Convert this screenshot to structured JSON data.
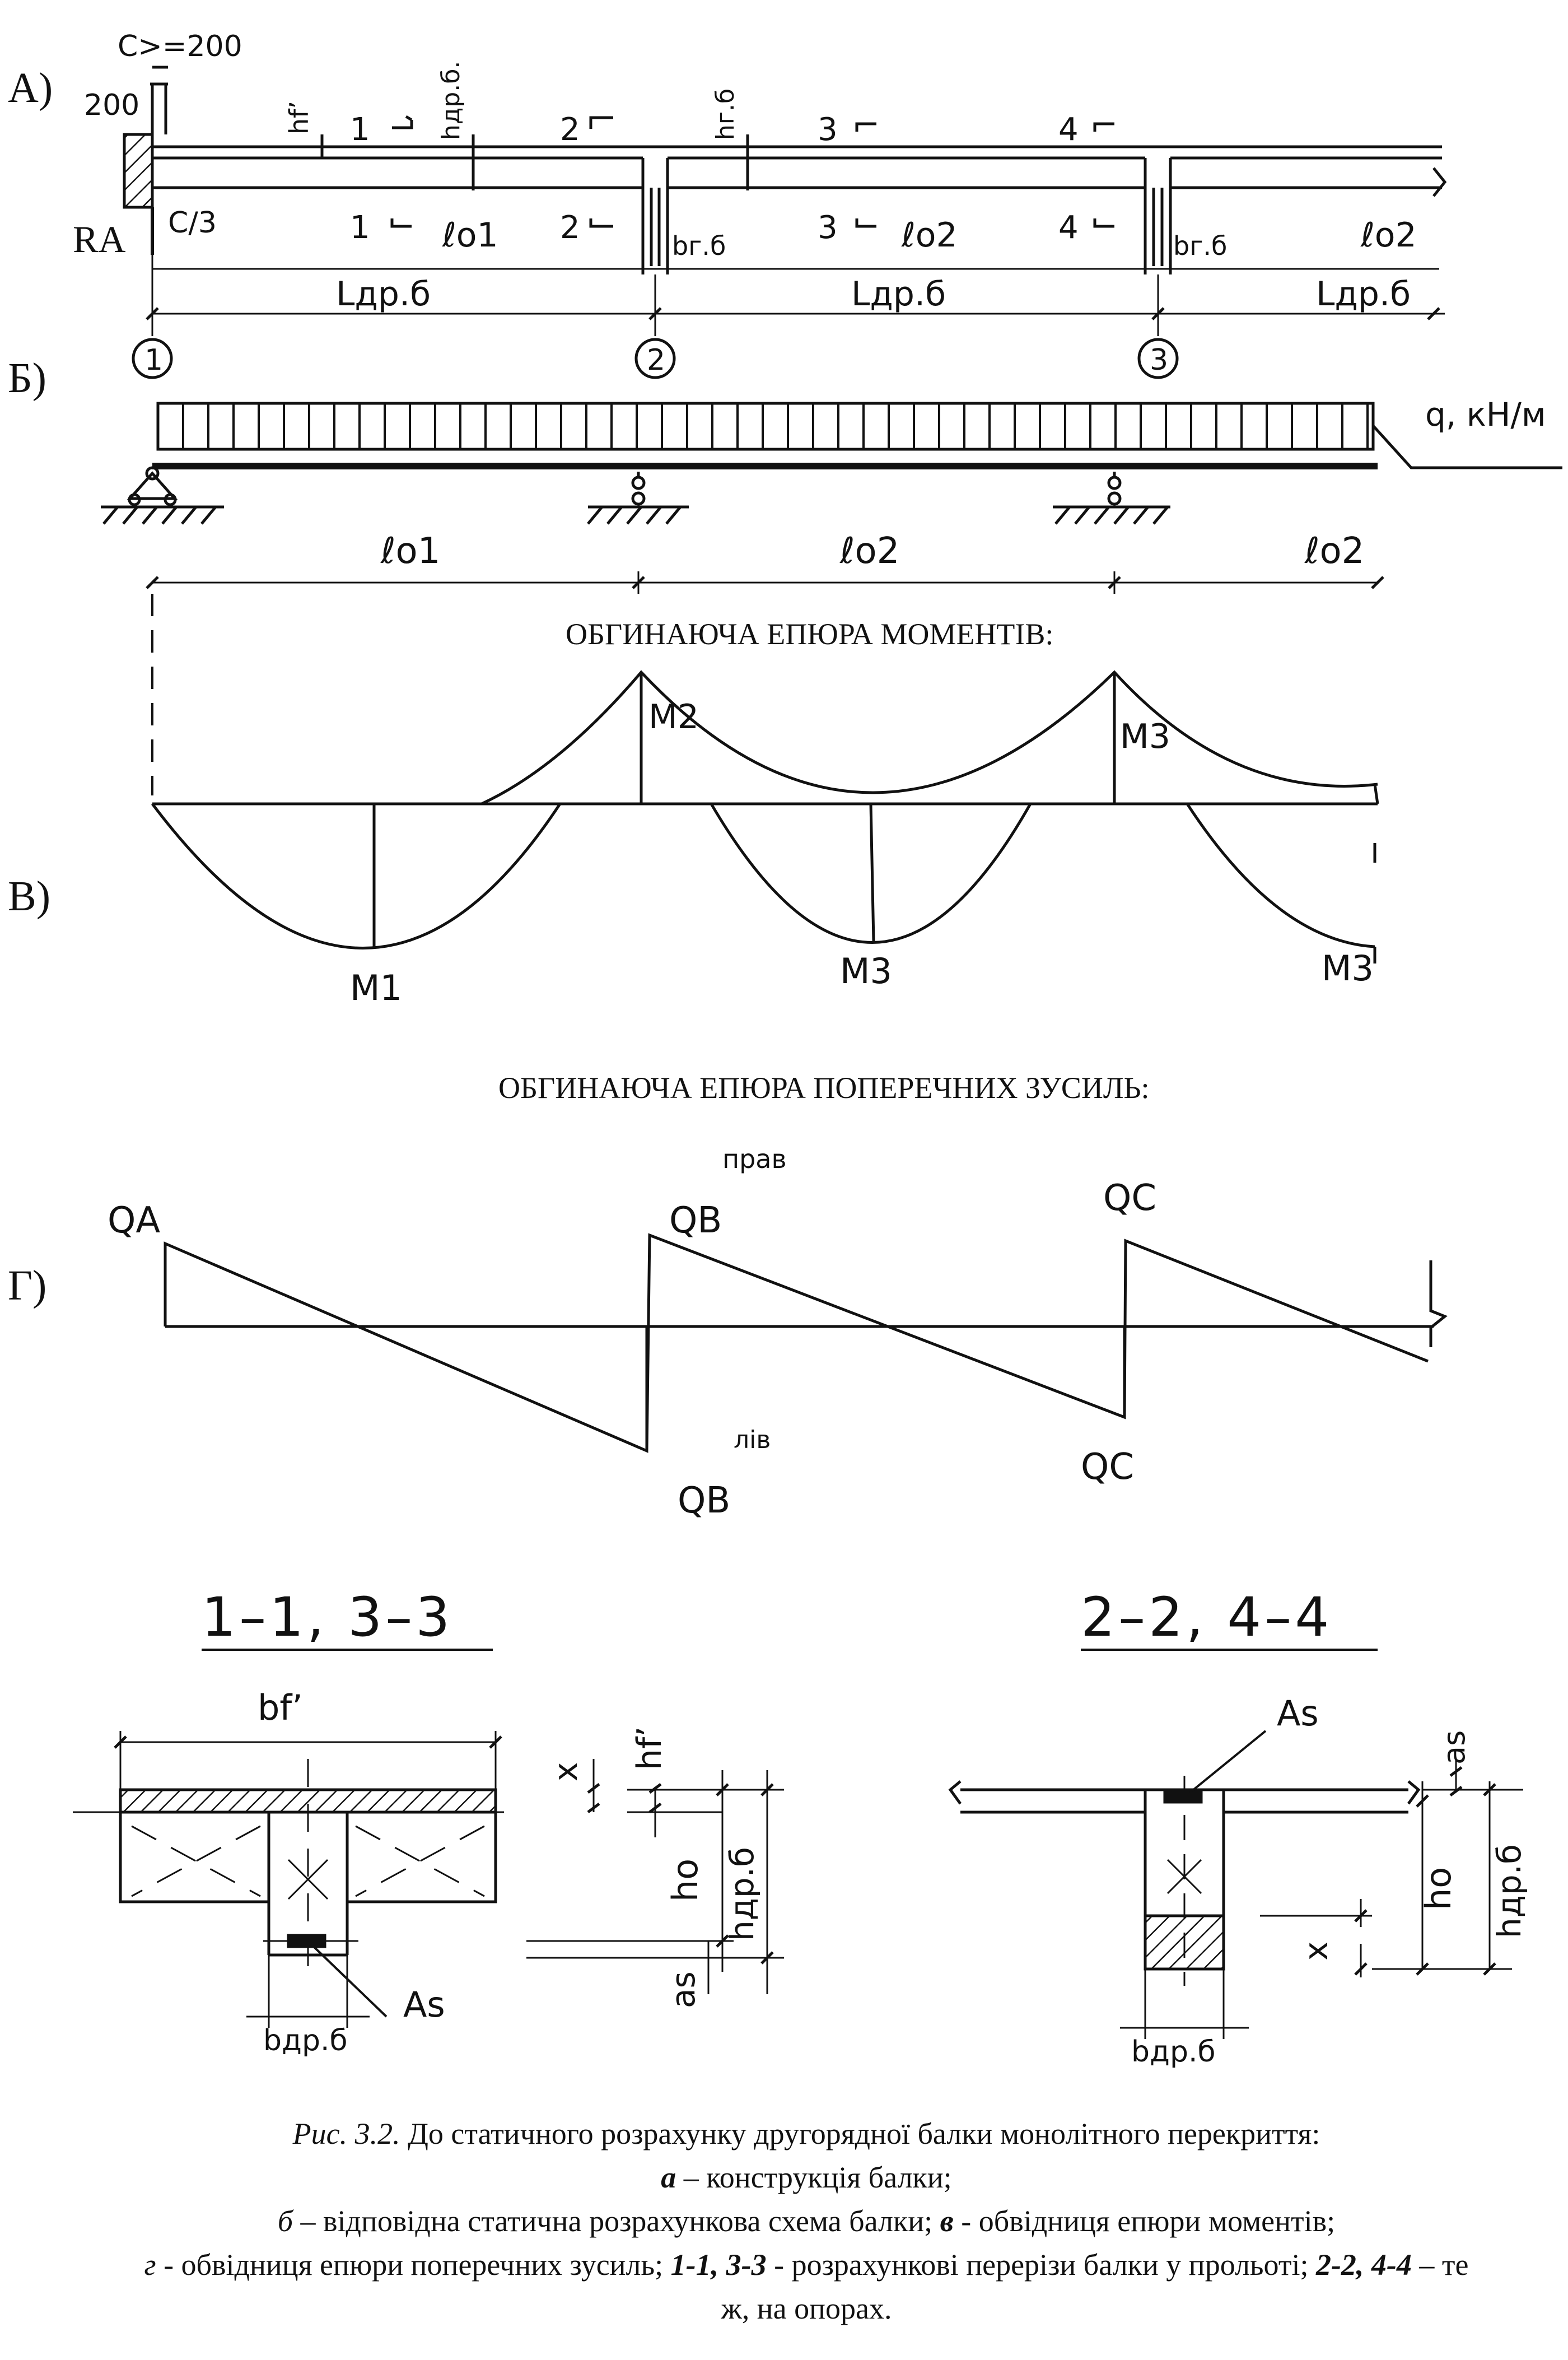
{
  "panels": {
    "a": "А)",
    "b": "Б)",
    "c": "В)",
    "d": "Г)"
  },
  "beam": {
    "c_min": "C>=200",
    "dim_200": "200",
    "hf": "hf’",
    "h_sec_beam": "hдр.б.",
    "h_main_beam": "hг.б",
    "ra": "RA",
    "c3": "C/3",
    "lo1": "ℓo1",
    "lo2a": "ℓo2",
    "lo2b": "ℓo2",
    "bgb1": "bг.б",
    "bgb2": "bг.б",
    "ldrb1": "Lдр.б",
    "ldrb2": "Lдр.б",
    "ldrb3": "Lдр.б",
    "axes": [
      "1",
      "2",
      "3"
    ],
    "cut_marks": [
      "1",
      "2",
      "3",
      "4"
    ]
  },
  "scheme": {
    "load": "q,  кН/м",
    "lo1": "ℓo1",
    "lo2a": "ℓo2",
    "lo2b": "ℓo2"
  },
  "moment_diagram": {
    "title": "ОБГИНАЮЧА ЕПЮРА МОМЕНТІВ:",
    "m1": "M1",
    "m2": "M2",
    "m3_support": "M3",
    "m3_span": "M3",
    "m3_end": "M3"
  },
  "shear_diagram": {
    "title": "ОБГИНАЮЧА ЕПЮРА ПОПЕРЕЧНИХ ЗУСИЛЬ:",
    "qa": "QA",
    "qb_right_sup": "прав",
    "qb_right": "QB",
    "qc_top": "QC",
    "qb_left_sup": "лів",
    "qb_left": "QB",
    "qc_bottom": "QC"
  },
  "sections": {
    "span_title": "1–1,   3–3",
    "support_title": "2–2,   4–4",
    "bf": "bf’",
    "hf": "hf’",
    "x": "x",
    "h0": "ho",
    "hdrb": "hдр.б",
    "as": "as",
    "As": "As",
    "bdrb": "bдр.б",
    "As2": "As",
    "as2": "as",
    "h02": "ho",
    "hdrb2": "hдр.б",
    "x2": "x",
    "bdrb2": "bдр.б"
  },
  "caption": {
    "fig_label": "Рис. 3.2.",
    "line1": "До статичного розрахунку другорядної балки монолітного перекриття:",
    "a_key": "а",
    "a_text": " – конструкція балки;",
    "b_key": "б",
    "b_text": " – відповідна статична розрахункова схема балки; ",
    "v_key": "в",
    "v_text": " - обвідниця епюри моментів;",
    "g_key": "г",
    "g_text": " - обвідниця епюри поперечних зусиль; ",
    "sec_span": "1-1, 3-3",
    "sec_span_text": " - розрахункові перерізи балки у прольоті; ",
    "sec_sup": "2-2, 4-4",
    "sec_sup_text": " – те ж, на опорах."
  }
}
